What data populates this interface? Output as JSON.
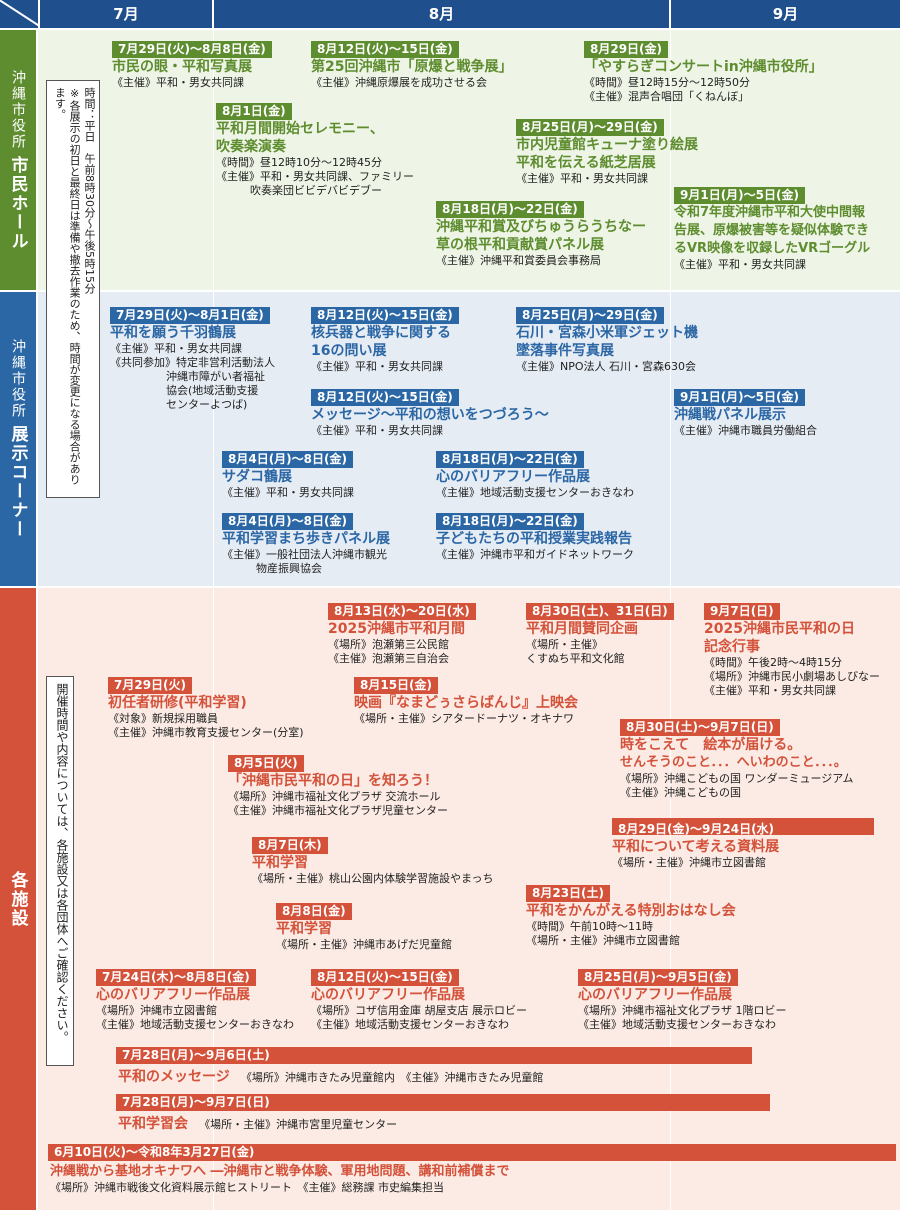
{
  "months": [
    "7月",
    "8月",
    "9月"
  ],
  "sections": {
    "hall": {
      "line1": "沖縄市役所",
      "line2": "市民ホール"
    },
    "exhibit": {
      "line1": "沖縄市役所",
      "line2": "展示コーナー"
    },
    "facilities": {
      "label": "各施設"
    }
  },
  "notes": {
    "hall_hours": "時間：平日　午前8時30分～午後5時15分",
    "hall_caveat": "※各展示の初日と最終日は準備や撤去作業のため、時間が変更になる場合があります。",
    "facilities": "開催時間や内容については、各施設又は各団体へご確認ください。"
  },
  "colors": {
    "header": "#1f4f8c",
    "hall": "#5e8d2f",
    "exhibit": "#2c67a5",
    "facilities": "#d4513a"
  },
  "hall_events": [
    {
      "date": "7月29日(火)～8月8日(金)",
      "title": "市民の眼・平和写真展",
      "lines": [
        "《主催》平和・男女共同課"
      ]
    },
    {
      "date": "8月12日(火)～15日(金)",
      "title": "第25回沖縄市「原爆と戦争展」",
      "lines": [
        "《主催》沖縄原爆展を成功させる会"
      ]
    },
    {
      "date": "8月29日(金)",
      "title": "「やすらぎコンサートin沖縄市役所」",
      "lines": [
        "《時間》昼12時15分～12時50分",
        "《主催》混声合唱団「くねんぼ」"
      ]
    },
    {
      "date": "8月1日(金)",
      "title": "平和月間開始セレモニー、",
      "title2": "吹奏楽演奏",
      "lines": [
        "《時間》昼12時10分～12時45分",
        "《主催》平和・男女共同課、ファミリー",
        "吹奏楽団ビビデバビデブー"
      ]
    },
    {
      "date": "8月25日(月)～29日(金)",
      "title": "市内児童館キューナ塗り絵展",
      "title2": "平和を伝える紙芝居展",
      "lines": [
        "《主催》平和・男女共同課"
      ]
    },
    {
      "date": "8月18日(月)～22日(金)",
      "title": "沖縄平和賞及びちゅうらうちなー",
      "title2": "草の根平和貢献賞パネル展",
      "lines": [
        "《主催》沖縄平和賞委員会事務局"
      ]
    },
    {
      "date": "9月1日(月)～5日(金)",
      "title": "令和7年度沖縄市平和大使中間報",
      "title2": "告展、原爆被害等を疑似体験でき",
      "title3": "るVR映像を収録したVRゴーグル",
      "lines": [
        "《主催》平和・男女共同課"
      ]
    }
  ],
  "exhibit_events": [
    {
      "date": "7月29日(火)～8月1日(金)",
      "title": "平和を願う千羽鶴展",
      "lines": [
        "《主催》平和・男女共同課",
        "《共同参加》特定非営利活動法人",
        "沖縄市障がい者福祉",
        "協会(地域活動支援",
        "センターよつば)"
      ]
    },
    {
      "date": "8月12日(火)～15日(金)",
      "title": "核兵器と戦争に関する",
      "title2": "16の問い展",
      "lines": [
        "《主催》平和・男女共同課"
      ]
    },
    {
      "date": "8月25日(月)～29日(金)",
      "title": "石川・宮森小米軍ジェット機",
      "title2": "墜落事件写真展",
      "lines": [
        "《主催》NPO法人 石川・宮森630会"
      ]
    },
    {
      "date": "8月12日(火)～15日(金)",
      "title": "メッセージ～平和の想いをつづろう～",
      "lines": [
        "《主催》平和・男女共同課"
      ]
    },
    {
      "date": "9月1日(月)～5日(金)",
      "title": "沖縄戦パネル展示",
      "lines": [
        "《主催》沖縄市職員労働組合"
      ]
    },
    {
      "date": "8月4日(月)～8日(金)",
      "title": "サダコ鶴展",
      "lines": [
        "《主催》平和・男女共同課"
      ]
    },
    {
      "date": "8月18日(月)～22日(金)",
      "title": "心のバリアフリー作品展",
      "lines": [
        "《主催》地域活動支援センターおきなわ"
      ]
    },
    {
      "date": "8月4日(月)～8日(金)",
      "title": "平和学習まち歩きパネル展",
      "lines": [
        "《主催》一般社団法人沖縄市観光",
        "物産振興協会"
      ]
    },
    {
      "date": "8月18日(月)～22日(金)",
      "title": "子どもたちの平和授業実践報告",
      "lines": [
        "《主催》沖縄市平和ガイドネットワーク"
      ]
    }
  ],
  "facility_events": [
    {
      "date": "8月13日(水)～20日(水)",
      "title": "2025沖縄市平和月間",
      "lines": [
        "《場所》泡瀬第三公民館",
        "《主催》泡瀬第三自治会"
      ]
    },
    {
      "date": "8月30日(土)、31日(日)",
      "title": "平和月間賛同企画",
      "lines": [
        "《場所・主催》",
        "くすぬち平和文化館"
      ]
    },
    {
      "date": "9月7日(日)",
      "title": "2025沖縄市民平和の日",
      "title2": "記念行事",
      "lines": [
        "《時間》午後2時～4時15分",
        "《場所》沖縄市民小劇場あしびなー",
        "《主催》平和・男女共同課"
      ]
    },
    {
      "date": "7月29日(火)",
      "title": "初任者研修(平和学習)",
      "lines": [
        "《対象》新規採用職員",
        "《主催》沖縄市教育支援センター(分室)"
      ]
    },
    {
      "date": "8月15日(金)",
      "title": "映画『なまどぅさらばんじ』上映会",
      "lines": [
        "《場所・主催》シアタードーナツ・オキナワ"
      ]
    },
    {
      "date": "8月30日(土)～9月7日(日)",
      "title": "時をこえて　絵本が届ける。",
      "title2": "せんそうのこと．．．へいわのこと．．．。",
      "lines": [
        "《場所》沖縄こどもの国 ワンダーミュージアム",
        "《主催》沖縄こどもの国"
      ]
    },
    {
      "date": "8月5日(火)",
      "title": "「沖縄市民平和の日」を知ろう！",
      "lines": [
        "《場所》沖縄市福祉文化プラザ 交流ホール",
        "《主催》沖縄市福祉文化プラザ児童センター"
      ]
    },
    {
      "date": "8月29日(金)～9月24日(水)",
      "title": "平和について考える資料展",
      "lines": [
        "《場所・主催》沖縄市立図書館"
      ]
    },
    {
      "date": "8月7日(木)",
      "title": "平和学習",
      "lines": [
        "《場所・主催》桃山公園内体験学習施設やまっち"
      ]
    },
    {
      "date": "8月23日(土)",
      "title": "平和をかんがえる特別おはなし会",
      "lines": [
        "《時間》午前10時～11時",
        "《場所・主催》沖縄市立図書館"
      ]
    },
    {
      "date": "8月8日(金)",
      "title": "平和学習",
      "lines": [
        "《場所・主催》沖縄市あげだ児童館"
      ]
    },
    {
      "date": "7月24日(木)～8月8日(金)",
      "title": "心のバリアフリー作品展",
      "lines": [
        "《場所》沖縄市立図書館",
        "《主催》地域活動支援センターおきなわ"
      ]
    },
    {
      "date": "8月12日(火)～15日(金)",
      "title": "心のバリアフリー作品展",
      "lines": [
        "《場所》コザ信用金庫 胡屋支店 展示ロビー",
        "《主催》地域活動支援センターおきなわ"
      ]
    },
    {
      "date": "8月25日(月)～9月5日(金)",
      "title": "心のバリアフリー作品展",
      "lines": [
        "《場所》沖縄市福祉文化プラザ 1階ロビー",
        "《主催》地域活動支援センターおきなわ"
      ]
    },
    {
      "date": "7月28日(月)～9月6日(土)",
      "title": "平和のメッセージ",
      "lines": [
        "《場所》沖縄市きたみ児童館内　《主催》沖縄市きたみ児童館"
      ]
    },
    {
      "date": "7月28日(月)～9月7日(日)",
      "title": "平和学習会",
      "lines": [
        "《場所・主催》沖縄市宮里児童センター"
      ]
    },
    {
      "date": "6月10日(火)～令和8年3月27日(金)",
      "title": "沖縄戦から基地オキナワへ ―沖縄市と戦争体験、軍用地問題、講和前補償まで",
      "lines": [
        "《場所》沖縄市戦後文化資料展示館ヒストリート　《主催》総務課 市史編集担当"
      ]
    }
  ]
}
